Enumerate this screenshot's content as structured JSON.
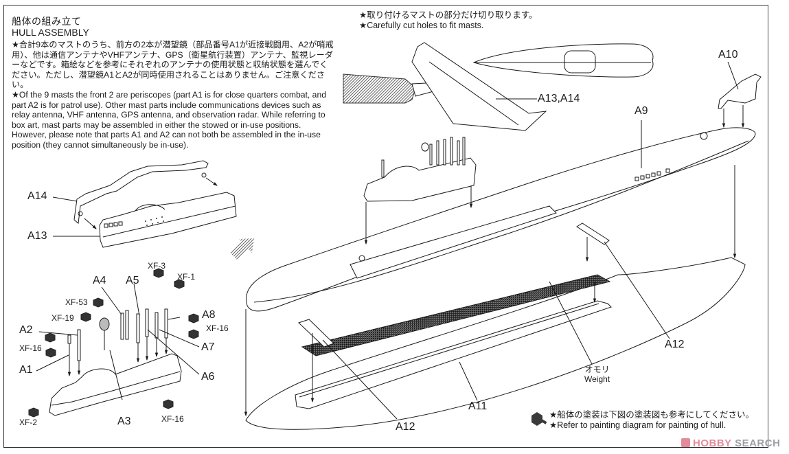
{
  "section": {
    "title_ja": "船体の組み立て",
    "title_en": "HULL ASSEMBLY"
  },
  "intro": {
    "ja": "★合計9本のマストのうち、前方の2本が潜望鏡（部品番号A1が近接戦闘用、A2が哨戒用）、他は通信アンテナやVHFアンテナ、GPS（衛星航行装置）アンテナ、監視レーダーなどです。箱絵などを参考にそれぞれのアンテナの使用状態と収納状態を選んでください。ただし、潜望鏡A1とA2が同時使用されることはありません。ご注意ください。",
    "en": "★Of the 9 masts the front 2 are periscopes (part A1 is for close quarters combat, and part A2 is for patrol use). Other mast parts include communications devices such as relay antenna, VHF antenna, GPS antenna, and observation radar. While referring to box art, mast parts may be assembled in either the stowed or in-use positions. However, please note that parts A1 and A2 can not both be assembled in the in-use position (they cannot simultaneously be in-use)."
  },
  "cut_note": {
    "ja": "★取り付けるマストの部分だけ切り取ります。",
    "en": "★Carefully cut holes to fit masts."
  },
  "paint_note": {
    "ja": "★船体の塗装は下図の塗装図も参考にしてください。",
    "en": "★Refer to painting diagram for painting of hull.",
    "icon": "paint-jar-icon"
  },
  "part_labels": {
    "a1": "A1",
    "a2": "A2",
    "a3": "A3",
    "a4": "A4",
    "a5": "A5",
    "a6": "A6",
    "a7": "A7",
    "a8": "A8",
    "a9": "A9",
    "a10": "A10",
    "a11": "A11",
    "a12_left": "A12",
    "a12_right": "A12",
    "a13": "A13",
    "a14": "A14",
    "a13_a14": "A13,A14"
  },
  "paint_codes": {
    "xf3": "XF-3",
    "xf1": "XF-1",
    "xf53": "XF-53",
    "xf19": "XF-19",
    "xf16_right": "XF-16",
    "xf16_left": "XF-16",
    "xf16_bottom": "XF-16",
    "xf2": "XF-2"
  },
  "weight": {
    "ja": "オモリ",
    "en": "Weight"
  },
  "watermark": {
    "brand_a": "HOBBY",
    "brand_b": "SEARCH"
  },
  "colors": {
    "ink": "#1a1a1a",
    "paint_dark": "#3a3a3a",
    "weight_fill": "#d9d9d9",
    "watermark_pink": "#e38a9b",
    "watermark_gray": "#9aa0a6"
  }
}
